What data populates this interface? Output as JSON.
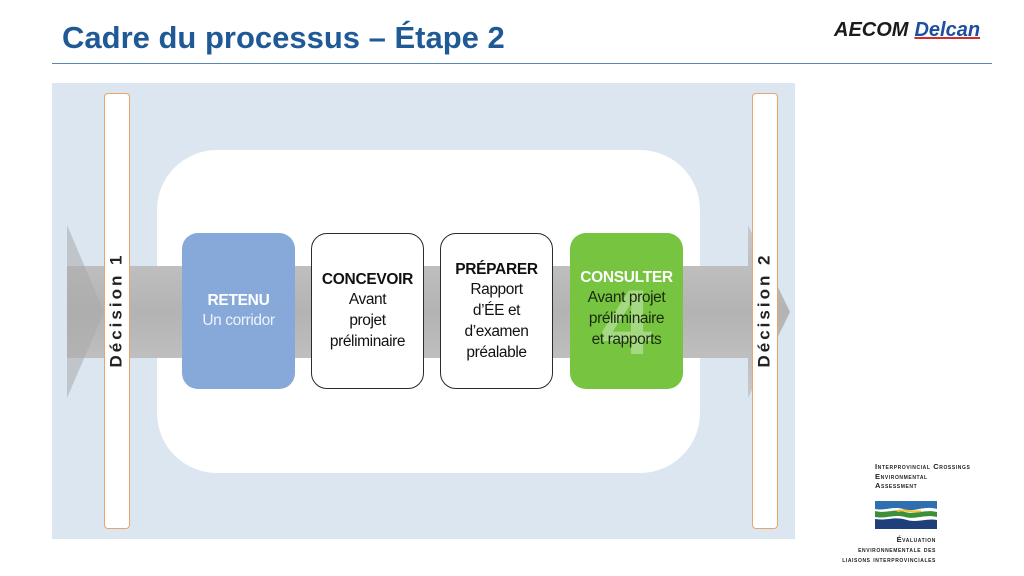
{
  "header": {
    "title": "Cadre du processus – Étape 2",
    "logo_primary": "AECOM",
    "logo_secondary": "Delcan"
  },
  "diagram": {
    "decisions": [
      {
        "label": "Décision 1"
      },
      {
        "label": "Décision 2"
      }
    ],
    "steps": [
      {
        "heading": "RETENU",
        "lines": [
          "Un corridor"
        ],
        "color": "#86a9d9"
      },
      {
        "heading": "CONCEVOIR",
        "lines": [
          "Avant",
          "projet",
          "préliminaire"
        ],
        "color": "#ffffff"
      },
      {
        "heading": "PRÉPARER",
        "lines": [
          "Rapport",
          "d’ÉE et",
          "d’examen",
          "préalable"
        ],
        "color": "#ffffff"
      },
      {
        "heading": "CONSULTER",
        "lines": [
          "Avant projet",
          "préliminaire",
          "et rapports"
        ],
        "color": "#76c43f",
        "watermark": "4"
      }
    ],
    "colors": {
      "panel": "#dce6f0",
      "arrow": "#bdbdbd",
      "pillar_border": "#e8a56a"
    }
  },
  "footer_logo": {
    "english": [
      "Interprovincial Crossings",
      "Environmental",
      "Assessment"
    ],
    "french": [
      "Évaluation",
      "environnementale des",
      "liaisons interprovinciales"
    ]
  }
}
